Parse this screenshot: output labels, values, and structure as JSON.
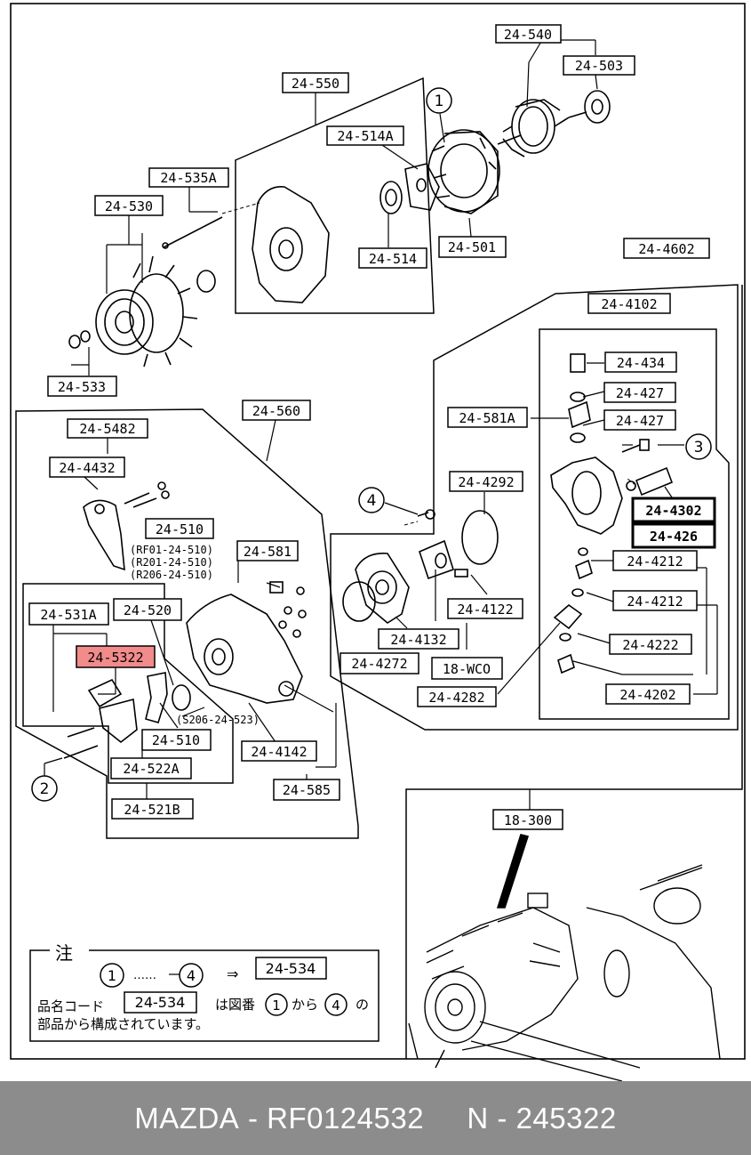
{
  "labels": {
    "p24_540": "24-540",
    "p24_503": "24-503",
    "p24_550": "24-550",
    "p24_514A": "24-514A",
    "p24_535A": "24-535A",
    "p24_530": "24-530",
    "p24_514": "24-514",
    "p24_501": "24-501",
    "p24_4602": "24-4602",
    "p24_4102": "24-4102",
    "p24_533": "24-533",
    "p24_434": "24-434",
    "p24_427a": "24-427",
    "p24_427b": "24-427",
    "p24_560": "24-560",
    "p24_581A": "24-581A",
    "p24_5482": "24-5482",
    "p24_4432": "24-4432",
    "p24_4292": "24-4292",
    "p24_4302": "24-4302",
    "p24_426": "24-426",
    "p24_510a": "24-510",
    "note_510a": "(RF01-24-510)",
    "note_510b": "(R201-24-510)",
    "note_510c": "(R206-24-510)",
    "p24_581": "24-581",
    "p24_4212a": "24-4212",
    "p24_4212b": "24-4212",
    "p24_531A": "24-531A",
    "p24_520": "24-520",
    "p24_4122": "24-4122",
    "p24_5322": "24-5322",
    "p24_4132": "24-4132",
    "p24_4272": "24-4272",
    "p18_WCO": "18-WCO",
    "p24_4222": "24-4222",
    "p24_4282": "24-4282",
    "p24_4202": "24-4202",
    "note_523": "(S206-24-523)",
    "p24_510b": "24-510",
    "p24_4142": "24-4142",
    "p24_522A": "24-522A",
    "p24_585": "24-585",
    "p24_521B": "24-521B",
    "p18_300": "18-300"
  },
  "callouts": {
    "c1": "1",
    "c2": "2",
    "c3": "3",
    "c4": "4"
  },
  "note": {
    "title": "注",
    "range_start": "1",
    "dots": "……",
    "range_end": "4",
    "arrow": "⇒",
    "target": "24-534",
    "line2_prefix": "品名コード",
    "line2_code": "24-534",
    "line2_mid": "は図番",
    "line2_from": "1",
    "line2_kara": "から",
    "line2_to": "4",
    "line2_no": "の",
    "line3": "部品から構成されています。"
  },
  "footer": {
    "brand": "MAZDA",
    "sep1": " - ",
    "part_number": "RF0124532",
    "sep2": "     N - ",
    "ref": "245322"
  },
  "colors": {
    "highlight": "#f28b8b",
    "line": "#000000",
    "footer_bg": "#8c8c8c"
  }
}
